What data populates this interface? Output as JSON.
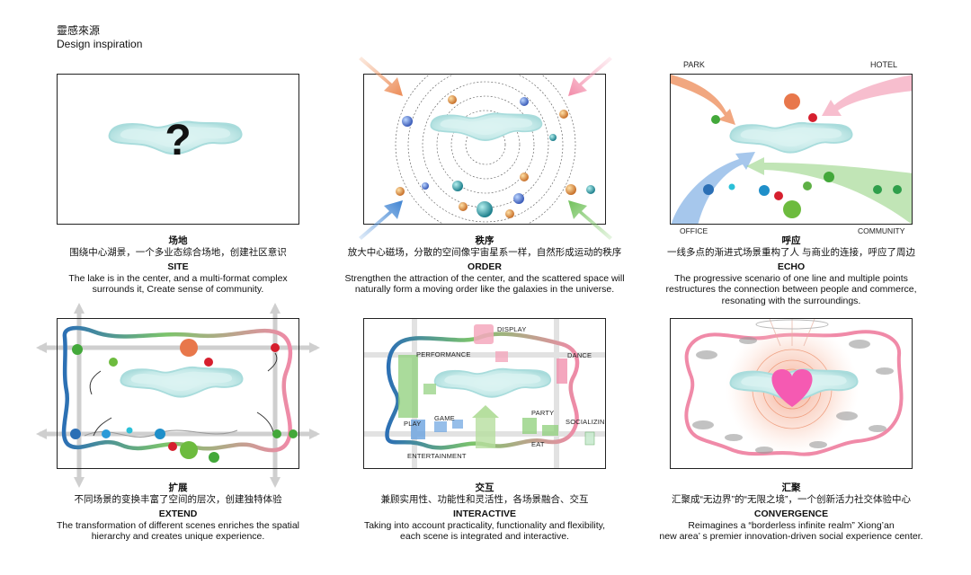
{
  "header": {
    "cn": "靈感來源",
    "en": "Design inspiration"
  },
  "panels": [
    {
      "cn_title": "场地",
      "cn_desc": "围绕中心湖景，一个多业态综合场地，创建社区意识",
      "en_title": "SITE",
      "en_desc_1": "The lake is in the center, and a multi-format complex",
      "en_desc_2": "surrounds it, Create sense of community.",
      "symbol": "?"
    },
    {
      "cn_title": "秩序",
      "cn_desc": "放大中心磁场，分散的空间像宇宙星系一样，自然形成运动的秩序",
      "en_title": "ORDER",
      "en_desc_1": "Strengthen the attraction of the center, and the scattered space will",
      "en_desc_2": "naturally form a moving order like the galaxies in the universe."
    },
    {
      "cn_title": "呼应",
      "cn_desc": "一线多点的渐进式场景重构了人 与商业的连接，呼应了周边",
      "en_title": "ECHO",
      "en_desc_1": "The progressive scenario of one line and multiple points",
      "en_desc_2": "restructures the connection between people and commerce,",
      "en_desc_3": "resonating with the surroundings.",
      "labels": {
        "park": "PARK",
        "hotel": "HOTEL",
        "office": "OFFICE",
        "community": "COMMUNITY"
      }
    },
    {
      "cn_title": "扩展",
      "cn_desc": "不同场景的变换丰富了空间的层次，创建独特体验",
      "en_title": "EXTEND",
      "en_desc_1": "The transformation of different scenes enriches the spatial",
      "en_desc_2": "hierarchy and creates unique experience."
    },
    {
      "cn_title": "交互",
      "cn_desc": "兼顾实用性、功能性和灵活性，各场景融合、交互",
      "en_title": "INTERACTIVE",
      "en_desc_1": "Taking into account practicality, functionality and flexibility,",
      "en_desc_2": "each scene is integrated and interactive.",
      "labels": {
        "display": "DISPLAY",
        "performance": "PERFORMANCE",
        "dance": "DANCE",
        "party": "PARTY",
        "socializing": "SOCIALIZING",
        "game": "GAME",
        "play": "PLAY",
        "eat": "EAT",
        "entertainment": "ENTERTAINMENT"
      }
    },
    {
      "cn_title": "汇聚",
      "cn_desc": "汇聚成“无边界”的“无限之境”，一个创新活力社交体验中心",
      "en_title": "CONVERGENCE",
      "en_desc_1": "Reimagines a “borderless infinite realm” Xiong’an",
      "en_desc_2": "new area’ s premier innovation-driven social experience center."
    }
  ],
  "colors": {
    "lake": "#cfeeee",
    "lake_edge": "#a8dcdc",
    "blue": "#2b6fb5",
    "green": "#5fb046",
    "pink": "#f2a0b7",
    "orange": "#e89a6a",
    "red": "#d61f2e"
  }
}
